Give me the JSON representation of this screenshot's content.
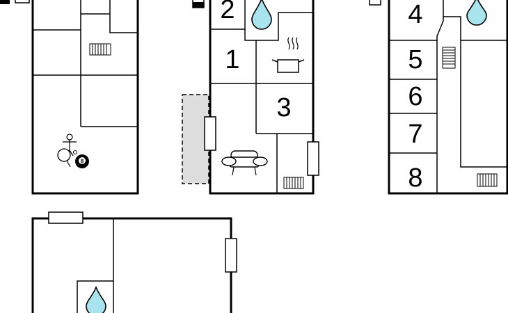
{
  "rooms": [
    {
      "id": "room-1",
      "number": "1"
    },
    {
      "id": "room-2",
      "number": "2"
    },
    {
      "id": "room-3",
      "number": "3"
    },
    {
      "id": "room-4",
      "number": "4"
    },
    {
      "id": "room-5",
      "number": "5"
    },
    {
      "id": "room-6",
      "number": "6"
    },
    {
      "id": "room-7",
      "number": "7"
    },
    {
      "id": "room-8",
      "number": "8"
    }
  ],
  "icons": {
    "billiard_ball_label": "8",
    "water": "water-drop-icon",
    "kitchen": "cooking-pot-icon",
    "sofa": "sofa-icon",
    "radiator": "radiator-icon",
    "games": "table-football-ping-pong-icon"
  },
  "colors": {
    "walls": "#000000",
    "water_drop": "#a8e3ee",
    "terrace_fill": "#dddddd"
  }
}
